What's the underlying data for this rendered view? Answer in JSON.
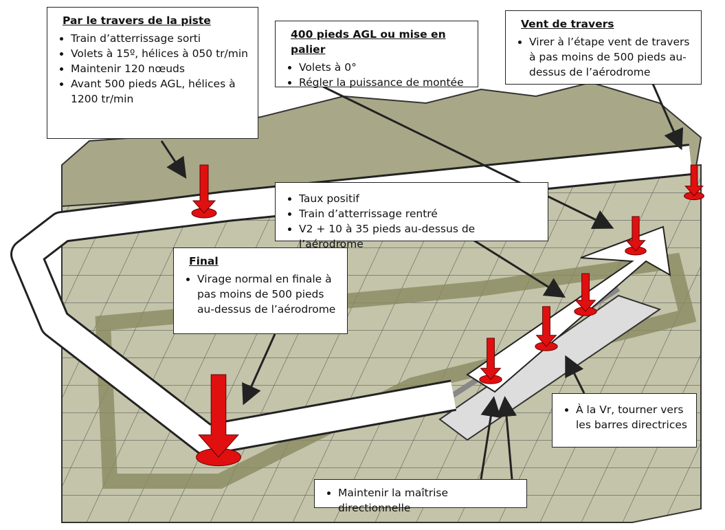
{
  "boxes": {
    "downwind": {
      "title": "Par le travers de la piste",
      "items": [
        "Train d’atterrissage sorti",
        "Volets à 15º, hélices à 050 tr/min",
        "Maintenir 120 nœuds",
        "Avant 500 pieds AGL, hélices à 1200 tr/min"
      ]
    },
    "level_off": {
      "title": "400 pieds AGL ou mise en palier",
      "items": [
        "Volets à 0°",
        "Régler la puissance de montée"
      ]
    },
    "crosswind": {
      "title": "Vent de travers",
      "items": [
        "Virer à l’étape vent de travers à pas moins de 500 pieds au-dessus de l’aérodrome"
      ]
    },
    "climb": {
      "items": [
        "Taux positif",
        "Train d’atterrissage rentré",
        "V2 + 10 à 35 pieds au-dessus de l’aérodrome"
      ]
    },
    "final": {
      "title": "Final",
      "items": [
        "Virage normal en finale à pas moins de 500 pieds au-dessus de l’aérodrome"
      ]
    },
    "rotation": {
      "items": [
        "À la Vr, tourner vers les barres directrices"
      ]
    },
    "takeoff_roll": {
      "items": [
        "Maintenir la maîtrise directionnelle"
      ]
    }
  },
  "colors": {
    "terrain": "#a9a98b",
    "terrain_light": "#c9c9b1",
    "marker": "#e01010",
    "path": "#ffffff"
  }
}
